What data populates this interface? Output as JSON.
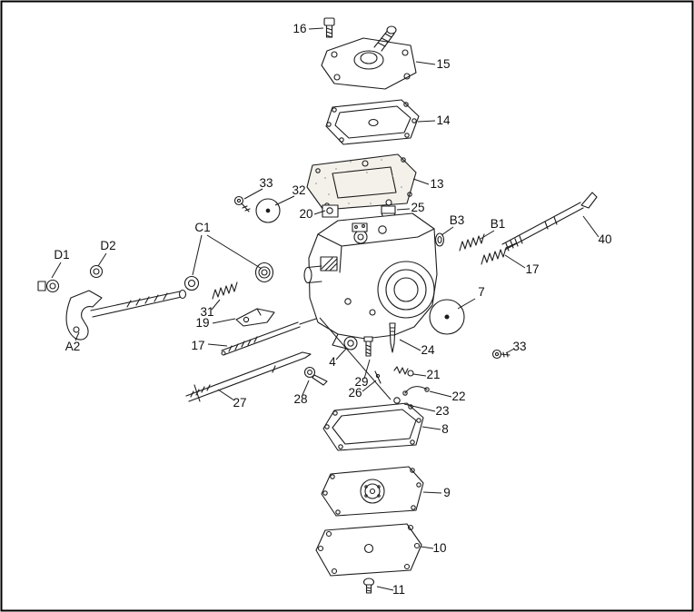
{
  "figure": {
    "kind": "exploded-parts-diagram",
    "subject": "Carburetor exploded view",
    "background_color": "#ffffff",
    "line_color": "#1c1c1c",
    "border_color": "#000000"
  },
  "labels": {
    "n16": "16",
    "n15": "15",
    "n14": "14",
    "n13": "13",
    "n33t": "33",
    "n32": "32",
    "n20": "20",
    "n25": "25",
    "nB3": "B3",
    "nB1": "B1",
    "n40": "40",
    "n17r": "17",
    "nC1": "C1",
    "nD1": "D1",
    "nD2": "D2",
    "nA2": "A2",
    "n31": "31",
    "n19": "19",
    "n17l": "17",
    "n7": "7",
    "n27": "27",
    "n4": "4",
    "n28": "28",
    "n29": "29",
    "n26": "26",
    "n24": "24",
    "n21": "21",
    "n22": "22",
    "n23": "23",
    "n33r": "33",
    "n8": "8",
    "n9": "9",
    "n10": "10",
    "n11": "11"
  }
}
